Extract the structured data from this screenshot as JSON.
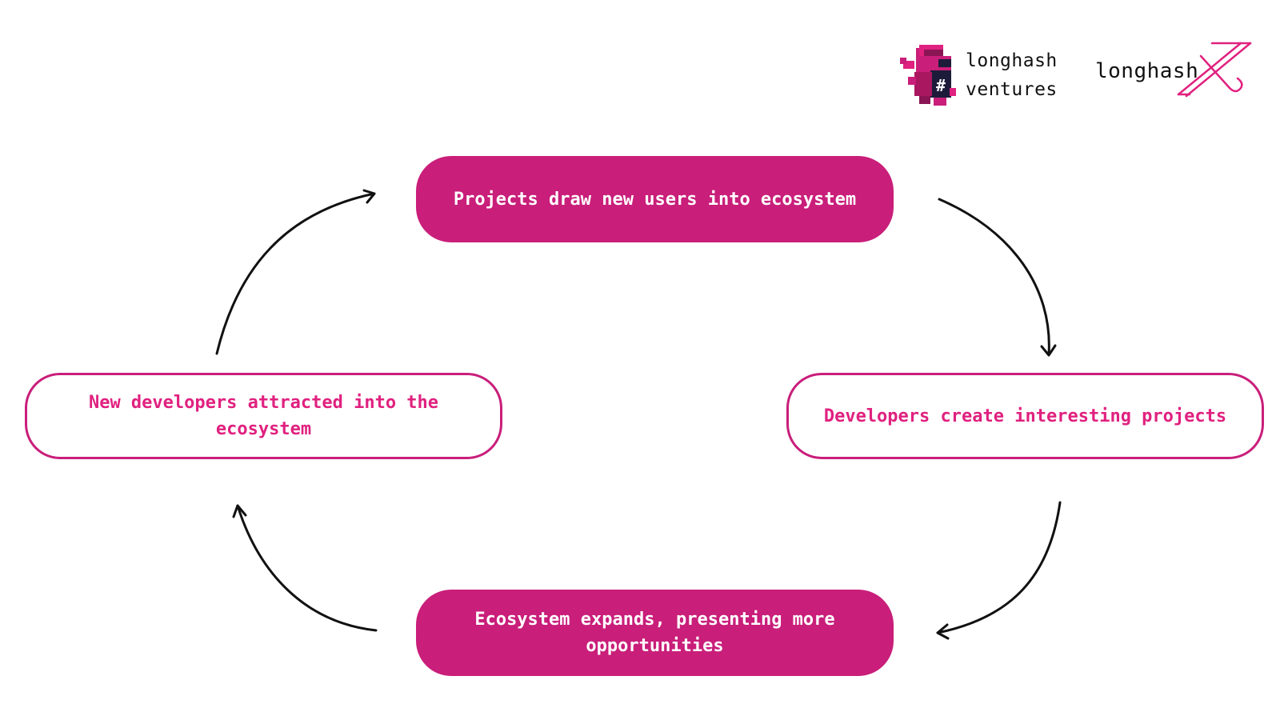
{
  "nodes": {
    "top": "Projects draw new users into ecosystem",
    "right": "Developers create interesting projects",
    "bottom": "Ecosystem expands, presenting more opportunities",
    "left": "New developers attracted into the ecosystem"
  },
  "logos": {
    "ventures_line1": "longhash",
    "ventures_line2": "ventures",
    "x_word": "longhash"
  },
  "colors": {
    "accent": "#c91e7a",
    "accent_text": "#e0217f",
    "arrow": "#111111"
  },
  "icons": {
    "mascot": "pixel-dinosaur-mascot-icon",
    "x_mark": "longhash-x-icon"
  }
}
